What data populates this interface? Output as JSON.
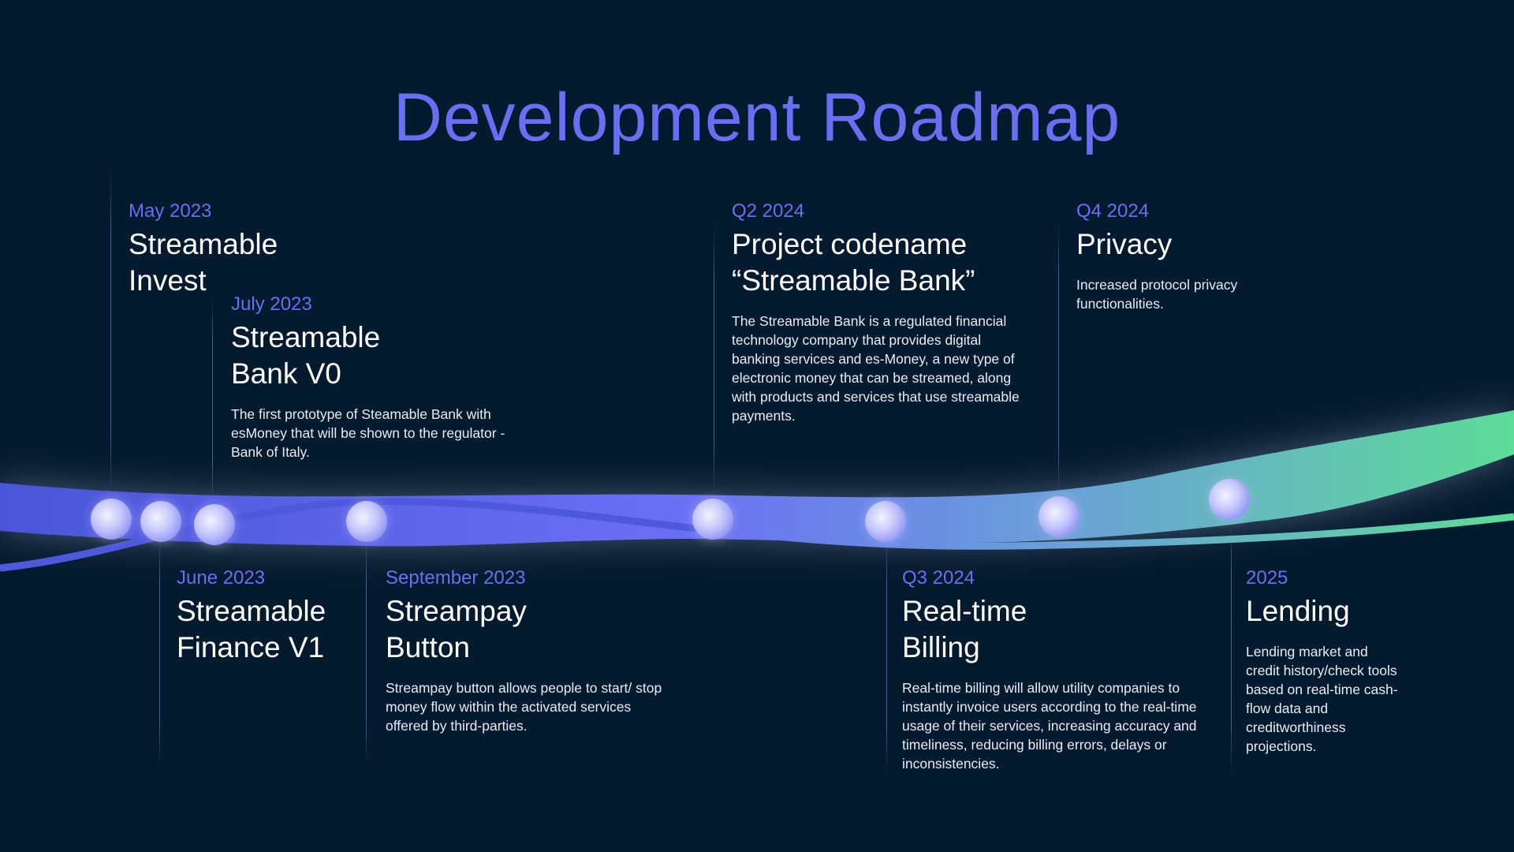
{
  "title": "Development Roadmap",
  "colors": {
    "accent": "#6a6ff2",
    "background": "#041a2e",
    "ribbon_start": "#4a55d8",
    "ribbon_mid": "#6b6ff5",
    "ribbon_end": "#5ddc98"
  },
  "milestones": [
    {
      "date": "May 2023",
      "name": "Streamable Invest",
      "desc": ""
    },
    {
      "date": "June 2023",
      "name": "Streamable Finance V1",
      "desc": ""
    },
    {
      "date": "July 2023",
      "name": "Streamable Bank V0",
      "desc": "The first prototype of Steamable Bank with esMoney that will be shown to the regulator - Bank of Italy."
    },
    {
      "date": "September 2023",
      "name": "Streampay Button",
      "desc": "Streampay button allows people to start/ stop money flow within the activated services offered by third-parties."
    },
    {
      "date": "Q2 2024",
      "name": "Project codename “Streamable Bank”",
      "desc": "The Streamable Bank is a regulated financial technology company that provides digital banking services and es-Money, a new type of electronic money that can be streamed, along with products and services that use streamable payments."
    },
    {
      "date": "Q3 2024",
      "name": "Real-time Billing",
      "desc": "Real-time billing will allow utility companies to instantly invoice users according to the real-time usage of their services, increasing accuracy and timeliness, reducing billing errors, delays or inconsistencies."
    },
    {
      "date": "Q4 2024",
      "name": "Privacy",
      "desc": "Increased protocol privacy functionalities."
    },
    {
      "date": "2025",
      "name": "Lending",
      "desc": "Lending market and credit history/check tools based on real-time cash-flow data and creditworthiness projections."
    }
  ]
}
